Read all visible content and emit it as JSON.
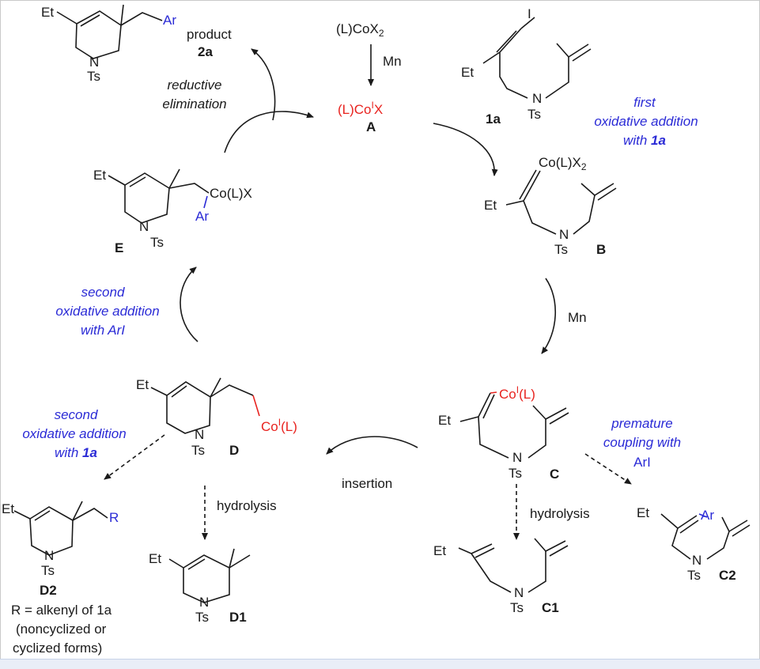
{
  "precatalyst": {
    "prefix": "(L)CoX",
    "sub": "2"
  },
  "mn_top": "Mn",
  "catalyst_A": {
    "pre": "(L)Co",
    "sup": "I",
    "post": "X",
    "label": "A"
  },
  "substrate": {
    "et": "Et",
    "iodo": "I",
    "n": "N",
    "ts": "Ts",
    "label": "1a"
  },
  "step_first_oa": {
    "line1": "first",
    "line2": "oxidative addition",
    "line3_pre": "with ",
    "line3_bold": "1a"
  },
  "int_B": {
    "co": "Co(L)X",
    "co_sub": "2",
    "et": "Et",
    "n": "N",
    "ts": "Ts",
    "label": "B"
  },
  "mn_right": "Mn",
  "int_C": {
    "co_pre": "Co",
    "co_sup": "I",
    "co_post": "(L)",
    "et": "Et",
    "n": "N",
    "ts": "Ts",
    "label": "C"
  },
  "step_premature": {
    "line1": "premature",
    "line2": "coupling with",
    "line3": "ArI"
  },
  "C2": {
    "et": "Et",
    "ar": "Ar",
    "n": "N",
    "ts": "Ts",
    "label": "C2"
  },
  "hydrolysis_C": "hydrolysis",
  "C1": {
    "et": "Et",
    "n": "N",
    "ts": "Ts",
    "label": "C1"
  },
  "step_insertion": "insertion",
  "int_D": {
    "et": "Et",
    "co_pre": "Co",
    "co_sup": "I",
    "co_post": "(L)",
    "n": "N",
    "ts": "Ts",
    "label": "D"
  },
  "hydrolysis_D": "hydrolysis",
  "D1": {
    "et": "Et",
    "n": "N",
    "ts": "Ts",
    "label": "D1"
  },
  "step_second_oa_1a": {
    "line1": "second",
    "line2": "oxidative addition",
    "line3_pre": "with ",
    "line3_bold": "1a"
  },
  "D2": {
    "et": "Et",
    "r": "R",
    "n": "N",
    "ts": "Ts",
    "label": "D2",
    "note1": "R = alkenyl of 1a",
    "note2": "(noncyclized or",
    "note3": "cyclized forms)"
  },
  "step_second_oa_ari": {
    "line1": "second",
    "line2": "oxidative addition",
    "line3": "with  ArI"
  },
  "int_E": {
    "et": "Et",
    "co": "Co(L)X",
    "ar": "Ar",
    "n": "N",
    "ts": "Ts",
    "label": "E"
  },
  "step_reductive": {
    "line1": "reductive",
    "line2": "elimination"
  },
  "product": {
    "et": "Et",
    "ar": "Ar",
    "n": "N",
    "ts": "Ts",
    "word": "product",
    "label": "2a"
  },
  "colors": {
    "red": "#e8231f",
    "blue": "#2b2bd6",
    "black": "#1a1a1a"
  }
}
